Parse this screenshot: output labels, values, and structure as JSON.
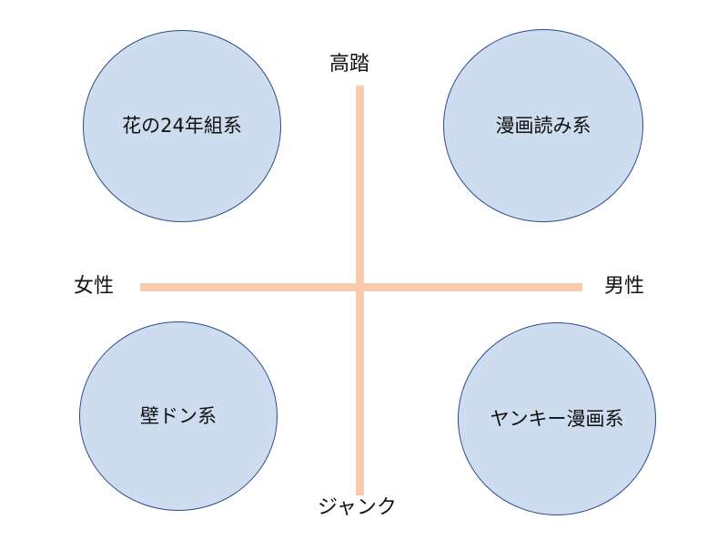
{
  "axes": {
    "top": "高踏",
    "bottom": "ジャンク",
    "left": "女性",
    "right": "男性"
  },
  "quadrants": {
    "top_left": "花の24年組系",
    "top_right": "漫画読み系",
    "bottom_left": "壁ドン系",
    "bottom_right": "ヤンキー漫画系"
  },
  "colors": {
    "axis": "#f8cbad",
    "bubble_fill": "#cddcef",
    "bubble_border": "#2f4b8f"
  }
}
